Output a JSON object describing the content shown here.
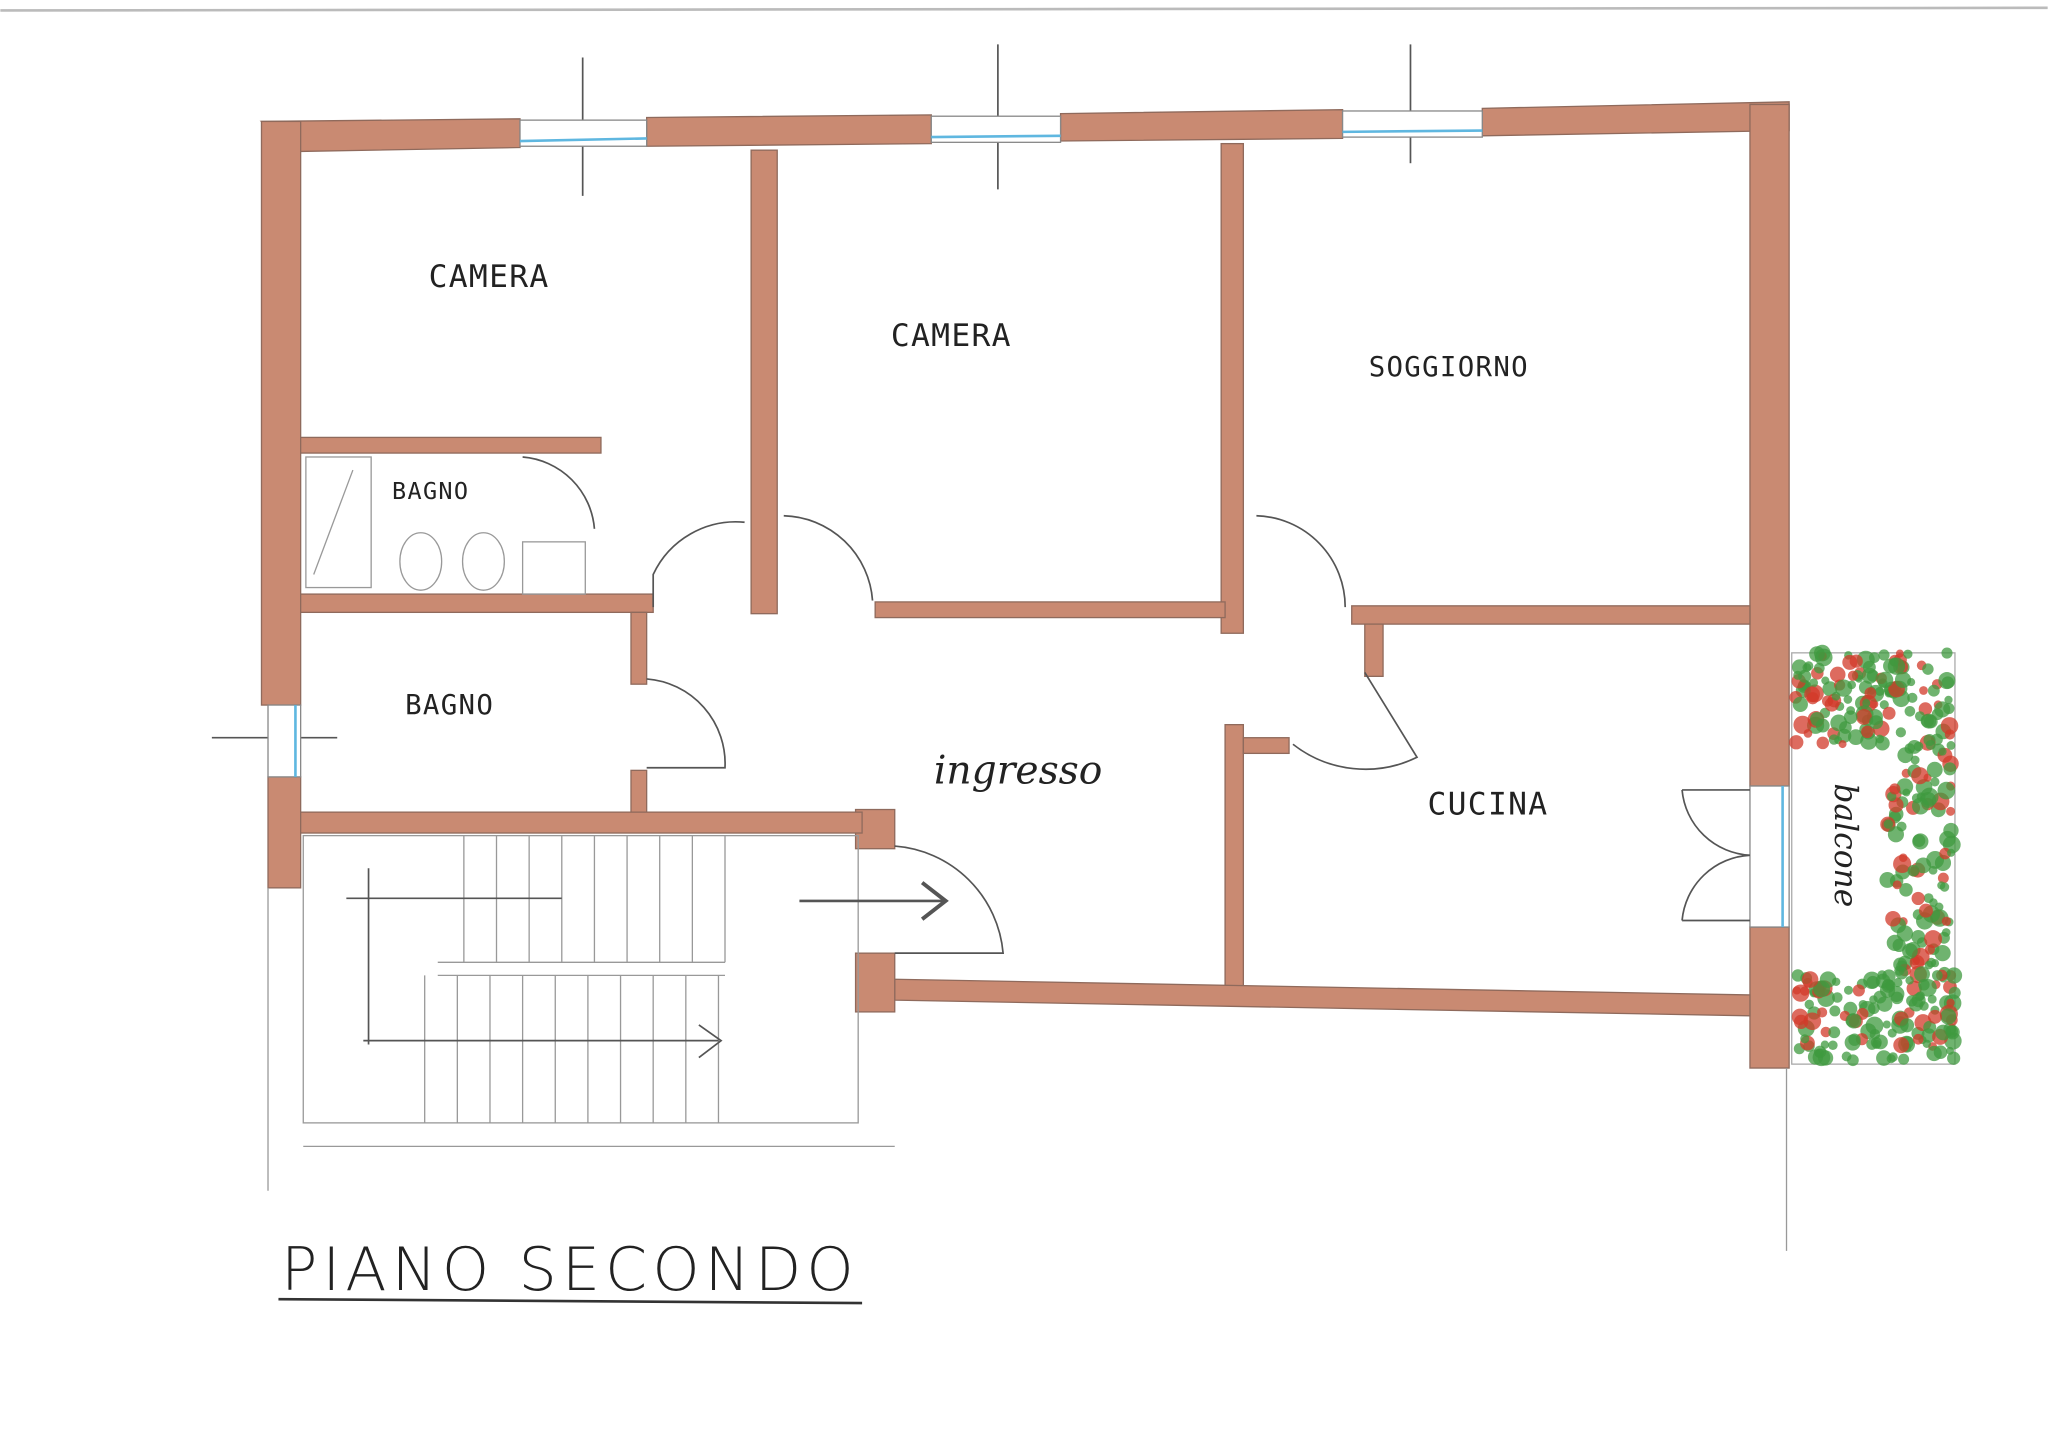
{
  "plan": {
    "title": "PIANO SECONDO",
    "rooms": {
      "camera_1": "CAMERA",
      "camera_2": "CAMERA",
      "soggiorno": "SOGGIORNO",
      "bagno_1": "BAGNO",
      "bagno_2": "BAGNO",
      "ingresso": "ingresso",
      "cucina": "CUCINA",
      "balcone": "balcone"
    },
    "colors": {
      "wall": "#c98a72",
      "glass": "#5fb7e0",
      "plants": "#3f9a3f",
      "flowers": "#d23a2a"
    }
  }
}
